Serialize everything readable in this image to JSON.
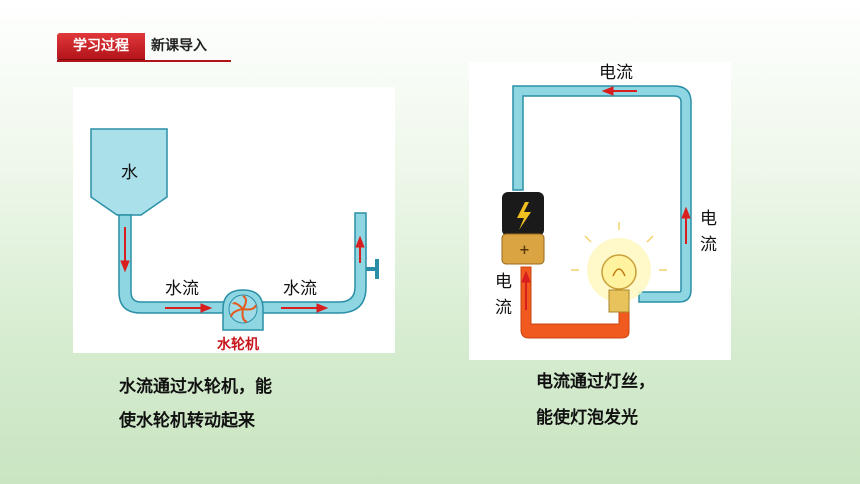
{
  "header": {
    "section_label": "学习过程",
    "subsection_label": "新课导入"
  },
  "left_diagram": {
    "tank_label": "水",
    "flow_label_1": "水流",
    "flow_label_2": "水流",
    "turbine_label": "水轮机"
  },
  "right_diagram": {
    "current_top": "电流",
    "current_right_1": "电",
    "current_right_2": "流",
    "current_left_1": "电",
    "current_left_2": "流"
  },
  "captions": {
    "left_line1": "水流通过水轮机，能",
    "left_line2": "使水轮机转动起来",
    "right_line1": "电流通过灯丝，",
    "right_line2": "能使灯泡发光"
  },
  "colors": {
    "header_red": "#c41e24",
    "water": "#8fd6e3",
    "pipe_edge": "#2a8fa6",
    "arrow_red": "#d81e1e",
    "wire_orange": "#f05a1e"
  }
}
